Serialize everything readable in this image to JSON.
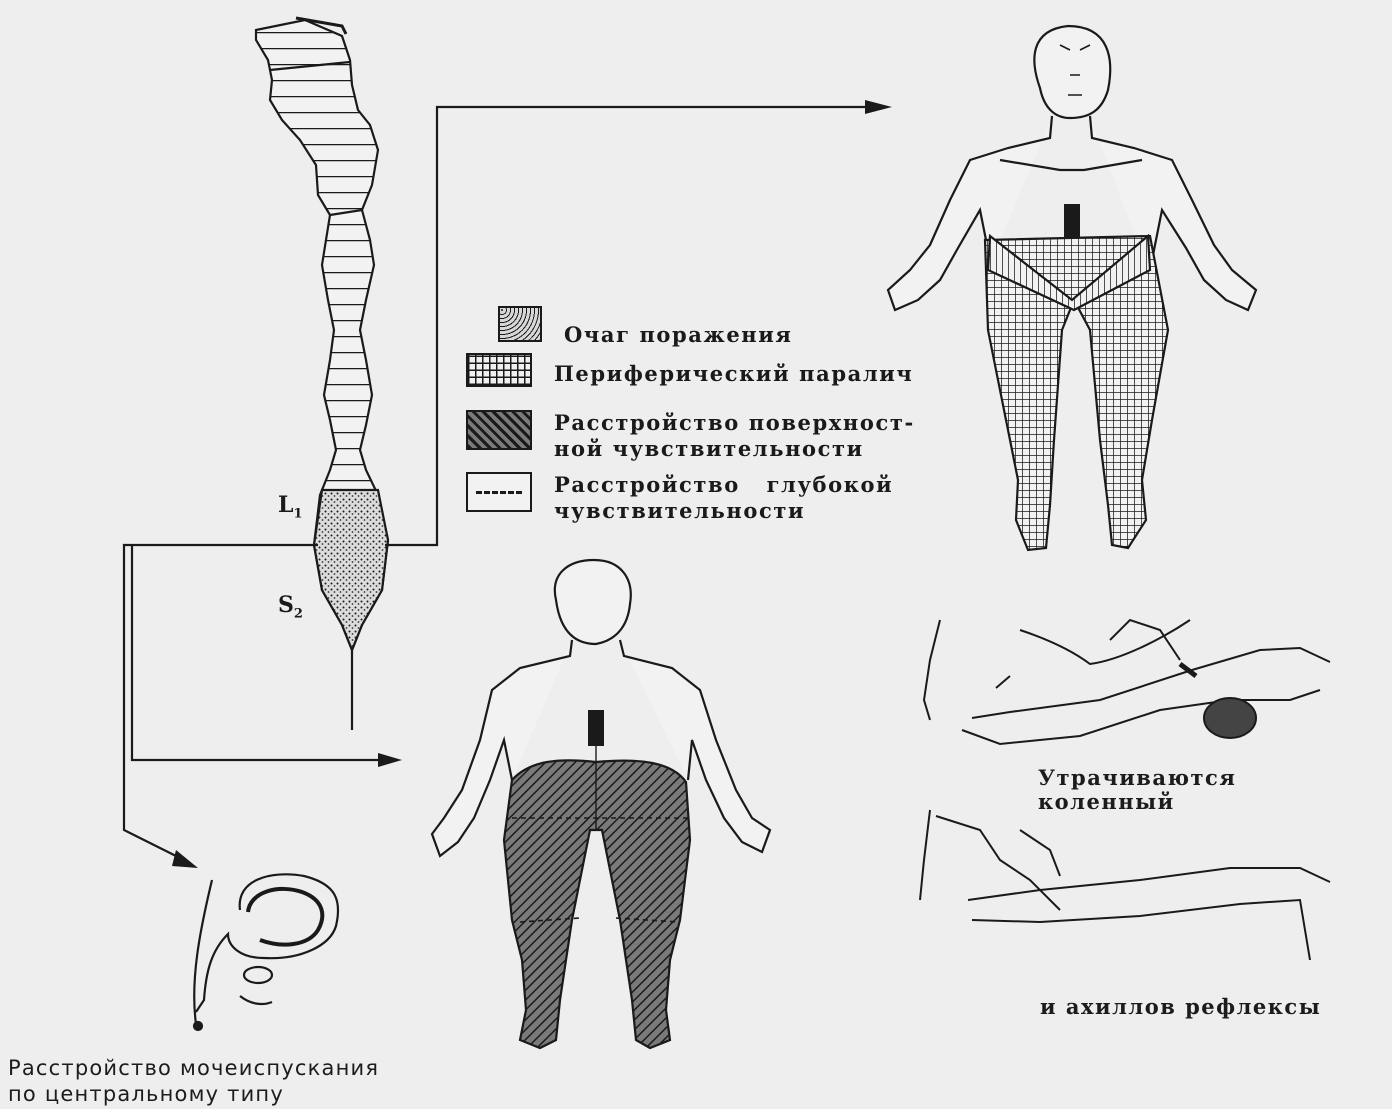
{
  "legend": {
    "items": [
      {
        "key": "lesion",
        "text": "Очаг поражения",
        "pattern": "dots"
      },
      {
        "key": "peripheral_paralysis",
        "text": "Периферический паралич",
        "pattern": "grid"
      },
      {
        "key": "superficial_sensation",
        "text": "Расстройство поверхност-\nной чувствительности",
        "pattern": "hatch"
      },
      {
        "key": "deep_sensation",
        "text": "Расстройство   глубокой\nчувствительности",
        "pattern": "dashed"
      }
    ]
  },
  "segments": {
    "upper": {
      "letter": "L",
      "index": "1"
    },
    "lower": {
      "letter": "S",
      "index": "2"
    }
  },
  "captions": {
    "reflex_top": "Утрачиваются\nколенный",
    "reflex_bottom": "и  ахиллов  рефлексы",
    "bladder_line1": "Расстройство мочеиспускания",
    "bladder_line2": "по центральному   типу"
  },
  "colors": {
    "ink": "#1a1a1a",
    "paper": "#eeeeee"
  }
}
